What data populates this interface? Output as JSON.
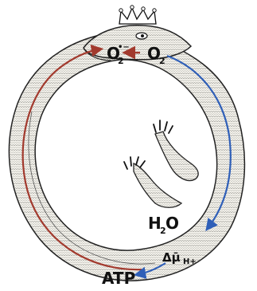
{
  "labels": {
    "superoxide": "O",
    "superoxide_sub": "2",
    "superoxide_sup": "•−",
    "oxygen": "O",
    "oxygen_sub": "2",
    "water": "H",
    "water_sub": "2",
    "water_tail": "O",
    "gradient": "ΔμH+",
    "gradient_main": "Δμ̄",
    "gradient_sub": "H+",
    "atp": "ATP"
  },
  "colors": {
    "red_arrow": "#a23a2e",
    "blue_arrow": "#2f5fb8",
    "ink": "#111111",
    "body_fill": "#f2f0ea"
  },
  "icons": {
    "crown": "crown-icon",
    "dragon": "ouroboros-dragon"
  }
}
